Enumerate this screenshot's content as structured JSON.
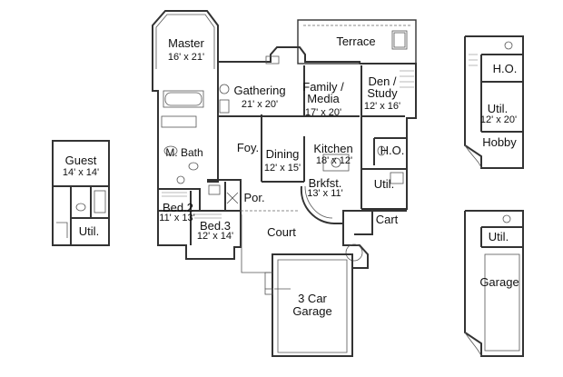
{
  "rooms": {
    "master": {
      "name": "Master",
      "dim": "16' x 21'"
    },
    "terrace": {
      "name": "Terrace"
    },
    "gathering": {
      "name": "Gathering",
      "dim": "21' x 20'"
    },
    "family_media": {
      "name1": "Family /",
      "name2": "Media",
      "dim": "17' x 20'"
    },
    "den_study": {
      "name1": "Den /",
      "name2": "Study",
      "dim": "12' x 16'"
    },
    "mbath": {
      "name": "M. Bath"
    },
    "foy": {
      "name": "Foy."
    },
    "dining": {
      "name": "Dining",
      "dim": "12' x 15'"
    },
    "kitchen": {
      "name": "Kitchen",
      "dim": "18' x 12'"
    },
    "ho_main": {
      "name": "H.O."
    },
    "brkfst": {
      "name": "Brkfst.",
      "dim": "13' x 11'"
    },
    "util_main": {
      "name": "Util."
    },
    "cart": {
      "name": "Cart"
    },
    "por": {
      "name": "Por."
    },
    "bed2": {
      "name": "Bed.2",
      "dim": "11' x 13'"
    },
    "bed3": {
      "name": "Bed.3",
      "dim": "12' x 14'"
    },
    "court": {
      "name": "Court"
    },
    "garage_main": {
      "name1": "3 Car",
      "name2": "Garage"
    },
    "guest": {
      "name": "Guest",
      "dim": "14' x 14'"
    },
    "util_guest": {
      "name": "Util."
    },
    "ho_alt": {
      "name": "H.O."
    },
    "util_alt": {
      "name": "Util.",
      "dim": "12' x 20'"
    },
    "hobby": {
      "name": "Hobby"
    },
    "util_alt2": {
      "name": "Util."
    },
    "garage_alt": {
      "name": "Garage"
    }
  }
}
